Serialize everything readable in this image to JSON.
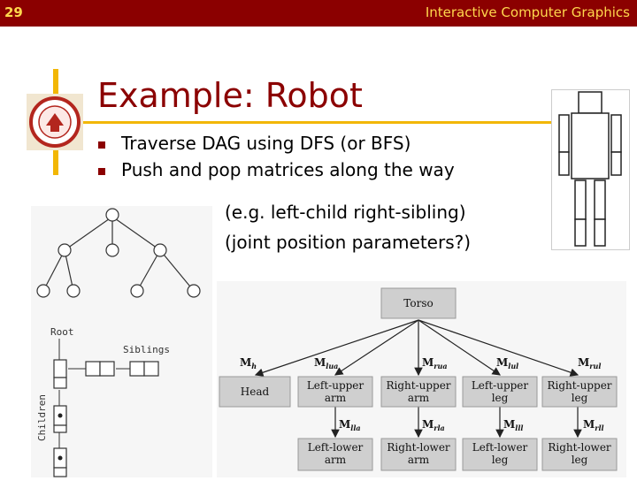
{
  "header": {
    "slide_number": "29",
    "course_title": "Interactive Computer Graphics"
  },
  "slide": {
    "title": "Example: Robot",
    "bullets": [
      "Traverse DAG using DFS (or BFS)",
      "Push and pop matrices along the way"
    ],
    "sub_lines": [
      "(e.g. left-child right-sibling)",
      "(joint position parameters?)"
    ]
  },
  "tree_figure": {
    "root_label": "Root",
    "siblings_label": "Siblings",
    "children_label": "Children"
  },
  "hierarchy": {
    "root": "Torso",
    "matrices": [
      "h",
      "lua",
      "rua",
      "lul",
      "rul"
    ],
    "lower_matrices": [
      "lla",
      "rla",
      "lll",
      "rll"
    ],
    "upper": [
      "Head",
      "Left-upper arm",
      "Right-upper arm",
      "Left-upper leg",
      "Right-upper leg"
    ],
    "lower": [
      "Left-lower arm",
      "Right-lower arm",
      "Left-lower leg",
      "Right-lower leg"
    ]
  },
  "colors": {
    "brand": "#8b0000",
    "accent": "#f2b705",
    "header_text": "#ffd84d"
  }
}
